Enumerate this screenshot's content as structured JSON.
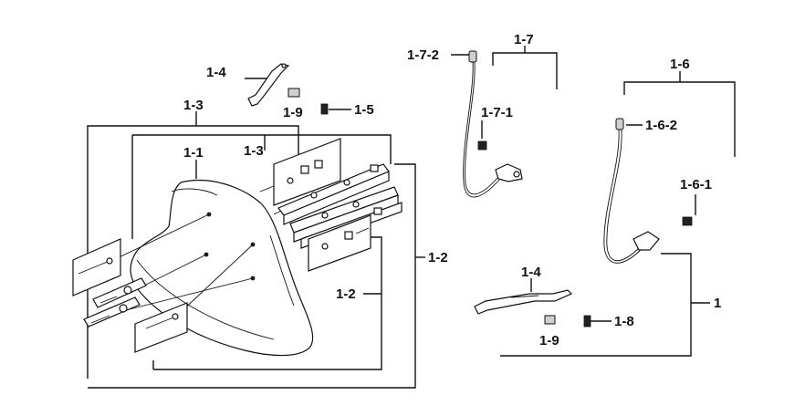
{
  "labels": {
    "l_1_1": "1-1",
    "l_1_2a": "1-2",
    "l_1_2b": "1-2",
    "l_1_3a": "1-3",
    "l_1_3b": "1-3",
    "l_1_4a": "1-4",
    "l_1_4b": "1-4",
    "l_1_5": "1-5",
    "l_1_6": "1-6",
    "l_1_6_1": "1-6-1",
    "l_1_6_2": "1-6-2",
    "l_1_7": "1-7",
    "l_1_7_1": "1-7-1",
    "l_1_7_2": "1-7-2",
    "l_1_8": "1-8",
    "l_1_9a": "1-9",
    "l_1_9b": "1-9",
    "l_1": "1"
  }
}
